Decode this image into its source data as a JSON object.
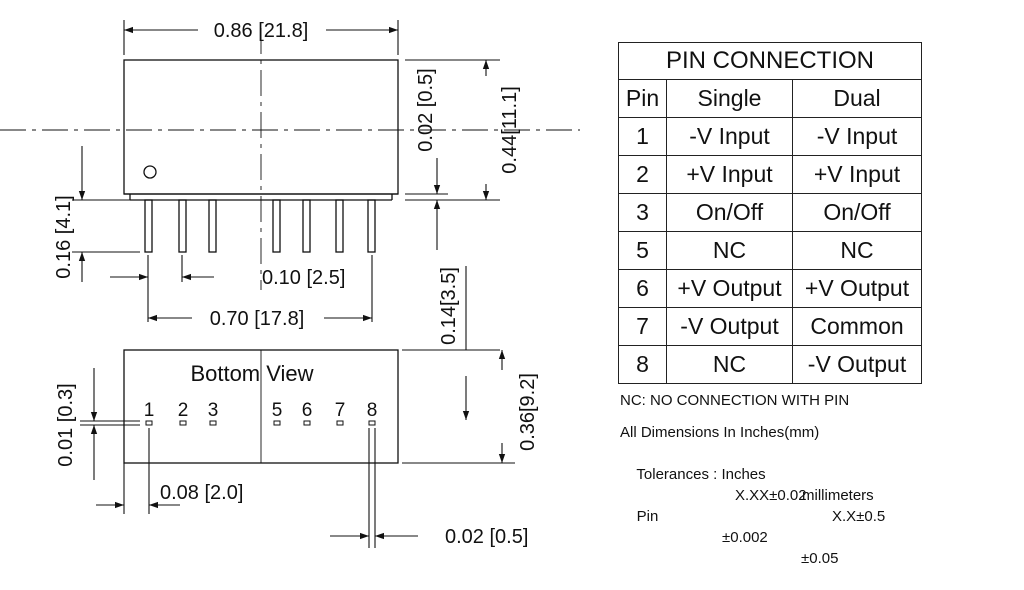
{
  "drawing": {
    "dim_overall_width": "0.86 [21.8]",
    "dim_top_offset": "0.02 [0.5]",
    "dim_height": "0.44[11.1]",
    "dim_pin_length": "0.16 [4.1]",
    "dim_pin_pitch": "0.10 [2.5]",
    "dim_pin_span": "0.70 [17.8]",
    "dim_standoff": "0.14[3.5]",
    "bottom_view_title": "Bottom View",
    "bottom_pin_labels": [
      "1",
      "2",
      "3",
      "5",
      "6",
      "7",
      "8"
    ],
    "dim_pin_row_offset": "0.01 [0.3]",
    "dim_bottom_depth": "0.36[9.2]",
    "dim_edge_to_pin": "0.08 [2.0]",
    "dim_pin_width": "0.02 [0.5]"
  },
  "table": {
    "title": "PIN CONNECTION",
    "headers": [
      "Pin",
      "Single",
      "Dual"
    ],
    "rows": [
      {
        "pin": "1",
        "single": "-V Input",
        "dual": "-V Input"
      },
      {
        "pin": "2",
        "single": "+V Input",
        "dual": "+V Input"
      },
      {
        "pin": "3",
        "single": "On/Off",
        "dual": "On/Off"
      },
      {
        "pin": "5",
        "single": "NC",
        "dual": "NC"
      },
      {
        "pin": "6",
        "single": "+V Output",
        "dual": "+V Output"
      },
      {
        "pin": "7",
        "single": "-V Output",
        "dual": "Common"
      },
      {
        "pin": "8",
        "single": "NC",
        "dual": "-V Output"
      }
    ]
  },
  "notes": {
    "nc": "NC: NO CONNECTION WITH PIN",
    "units": "All Dimensions In Inches(mm)",
    "tolerances_label": "Tolerances : Inches",
    "tolerances_mm_label": "millimeters",
    "tol_general_in": "X.XX±0.02",
    "tol_general_mm": "X.X±0.5",
    "pin_label": "Pin",
    "tol_pin_in": "±0.002",
    "tol_pin_mm": "±0.05"
  }
}
